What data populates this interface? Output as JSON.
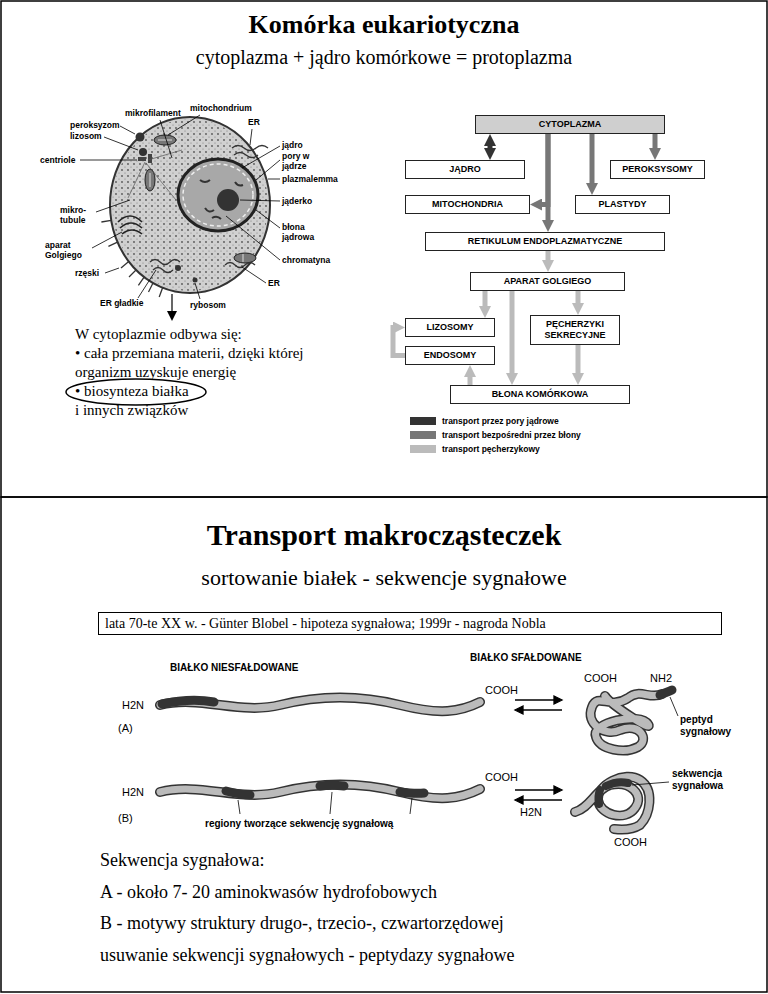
{
  "diagram": {
    "title": "Komórka eukariotyczna",
    "nodes": [
      {
        "text": [
          "CYTOPLAZMA"
        ]
      },
      {
        "text": [
          "JĄDRO"
        ]
      },
      {
        "text": [
          "PEROKSYSOMY"
        ]
      },
      {
        "text": [
          "MITOCHONDRIA"
        ]
      },
      {
        "text": [
          "PLASTYDY"
        ]
      },
      {
        "text": [
          "RETIKULUM ENDOPLAZMATYCZNE"
        ]
      },
      {
        "text": [
          "APARAT GOLGIEGO"
        ]
      },
      {
        "text": [
          "LIZOSOMY"
        ]
      },
      {
        "text": [
          "PĘCHERZYKI SEKRECYJNE"
        ]
      },
      {
        "text": [
          "ENDOSOMY"
        ]
      },
      {
        "text": [
          "BŁONA KOMÓRKOWA"
        ]
      },
      {
        "text": [
          "lata 70-te XX w. - Günter Blobel - hipoteza sygnałowa; 1999r - nagroda Nobla"
        ]
      }
    ],
    "edges": [
      {
        "from": 0,
        "to": 1,
        "arrow": "both"
      },
      {
        "from": 0,
        "to": 2,
        "arrow": "to"
      },
      {
        "from": 0,
        "to": 3,
        "arrow": "to"
      },
      {
        "from": 0,
        "to": 4,
        "arrow": "to"
      },
      {
        "from": 0,
        "to": 5,
        "arrow": "to"
      },
      {
        "from": 5,
        "to": 6,
        "arrow": "to"
      },
      {
        "from": 6,
        "to": 7,
        "arrow": "to"
      },
      {
        "from": 6,
        "to": 8,
        "arrow": "to"
      },
      {
        "from": 6,
        "to": 10,
        "arrow": "to"
      },
      {
        "from": 8,
        "to": 10,
        "arrow": "to"
      },
      {
        "from": 10,
        "to": 9,
        "arrow": "to"
      },
      {
        "from": 9,
        "to": 7,
        "arrow": "to"
      }
    ],
    "labels": [
      "cytoplazma + jądro komórkowe = protoplazma",
      "mitochondrium",
      "mikrofilament",
      "peroksyzom",
      "lizosom",
      "ER",
      "centriole",
      "jądro",
      "pory w jądrze",
      "plazmalemma",
      "jąderko",
      "mikro- tubule",
      "błona jądrowa",
      "aparat Golgiego",
      "chromatyna",
      "rzęski",
      "ER",
      "ER gładkie",
      "rybosom",
      "W cytoplazmie odbywa się:",
      "• cała przemiana materii, dzięki której organizm uzyskuje energię",
      "• biosynteza białka",
      "i innych związków",
      "Transport makrocząsteczek",
      "sortowanie białek - sekwencje sygnałowe",
      "BIAŁKO NIESFAŁDOWANE",
      "BIAŁKO SFAŁDOWANE",
      "H2N",
      "COOH",
      "(A)",
      "COOH",
      "NH2",
      "peptyd sygnałowy",
      "H2N",
      "COOH",
      "(B)",
      "regiony tworzące sekwencję sygnałową",
      "H2N",
      "COOH",
      "sekwencja sygnałowa",
      "Sekwencja sygnałowa:",
      "A - około 7- 20 aminokwasów hydrofobowych",
      "B - motywy struktury drugo-, trzecio-, czwartorzędowej",
      "usuwanie sekwencji sygnałowych - peptydazy sygnałowe"
    ],
    "legend": [
      {
        "text": "transport przez pory jądrowe",
        "color": "#333333"
      },
      {
        "text": "transport bezpośredni przez błony",
        "color": "#777777"
      },
      {
        "text": "transport pęcherzykowy",
        "color": "#bbbbbb"
      }
    ]
  }
}
